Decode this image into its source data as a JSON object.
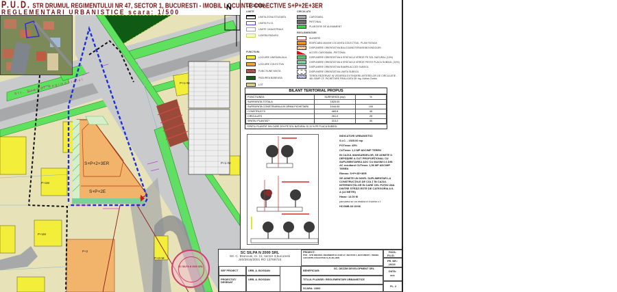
{
  "header": {
    "title_prefix": "P.U.D.",
    "title_main": "STR DRUMUL REGIMENTULUI NR 47, SECTOR 1, BUCURESTI - IMOBIL LOCUINTE COLECTIVE S+P+2E+3ER",
    "subtitle": "REGLEMENTARI URBANISTICE scara: 1/500"
  },
  "map": {
    "north_label": "N",
    "lots": [
      {
        "label": "S+P+2+3ER"
      },
      {
        "label": "S+P+2E"
      },
      {
        "label": "P+1+M"
      },
      {
        "label": "P+1M"
      },
      {
        "label": "P+1M"
      },
      {
        "label": "P+2"
      },
      {
        "label": "P+1+M"
      },
      {
        "label": "P+2+M"
      }
    ],
    "street_label": "Str. Drumul Regimentului",
    "stamp_text": "SC SILPA N 2000 SRL"
  },
  "legend": {
    "title": "LEGENDA",
    "limite": {
      "heading": "LIMITE",
      "items": [
        {
          "label": "LIMITA ZONA STUDIATA",
          "color": "#000000"
        },
        {
          "label": "LIMITA P.U.D.",
          "color": "#4a3ccf"
        },
        {
          "label": "LIMITE CADASTRALE",
          "color": "#9aa0a6"
        },
        {
          "label": "LIZIERA PADURII",
          "color": "#c8d94a"
        }
      ]
    },
    "circulatii": {
      "heading": "CIRCULATII",
      "items": [
        {
          "label": "CAROSABIL",
          "color": "#a6a8aa"
        },
        {
          "label": "PIETONAL",
          "color": "#6c6e70"
        },
        {
          "label": "PLANTATIE DE ALINIAMENT",
          "color": "#3fd23f"
        }
      ]
    },
    "reglementari": {
      "heading": "REGLEMENTARI",
      "items": [
        {
          "label": "ALINIERE",
          "color": "#ffffff"
        },
        {
          "label": "EDIFICABIL MAXIM LOCUINTA COLECTIVA - PLAN FATADA",
          "color": "#f28c1e"
        },
        {
          "label": "DISPUNERE ORIENTATIVA BALCOANE/TERASE/BOVINDOURI",
          "color": "#f7d9b0"
        },
        {
          "label": "ACCES CAROSABIL ,PIETONAL",
          "color": "#e01010"
        },
        {
          "label": "DISPUNERE ORIENTATIVA A SPATIULUI VERDE PE SOL NATURAL (10%)",
          "color": "#5fbf6a"
        },
        {
          "label": "DISPUNERE ORIENTATIVA A SPATIULUI VERDE PESTE PLACA SUBSOL (10%)",
          "color": "#7dcf9b"
        },
        {
          "label": "DISPUNERE ORIENTATIVA RAMPA ACCES SUBSOL",
          "color": "#d9dbef"
        },
        {
          "label": "DISPUNERE ORIENTATIVA LIMITA SUBSOL",
          "color": "#ffffff"
        },
        {
          "label": "TEREN REZERVAT IN VEDEREA EXTINDERII ARTERELOR DE CIRCULATIE - 481.00MP CF. PICHETARE REALIZATA DE ing. Adrian Ovidiu",
          "color": "#c9cbe8"
        }
      ]
    },
    "functiuni": {
      "heading": "FUNCTIUNI",
      "items": [
        {
          "label": "LOCUIRE UNIFAMILIALA",
          "color": "#f2ee3a"
        },
        {
          "label": "LOCUIRE COLECTIVA",
          "color": "#f2a33a"
        },
        {
          "label": "FUNCTIUNE MIXTA",
          "color": "#9b4a3a"
        },
        {
          "label": "PADUREA BANEASA",
          "color": "#1a5a1a"
        },
        {
          "label": "LOT",
          "color": "#d6cf8a"
        }
      ]
    }
  },
  "bilant": {
    "title": "BILANT TERITORIAL PROPUS",
    "headers": [
      "FUNCTIUNEA",
      "SURFAFATA (mp)",
      "%"
    ],
    "rows": [
      {
        "name": "SURFAFATA TOTALA",
        "value": "1525.00",
        "pct": ""
      },
      {
        "name": "SURFAFATA CONSTRUIBILA IN URMA PICHETARII",
        "value": "1044.00",
        "pct": "100"
      },
      {
        "name": "CONSTRUCTII",
        "value": "469.8",
        "pct": "45"
      },
      {
        "name": "CIRCULATII",
        "value": "261.0",
        "pct": "25"
      },
      {
        "name": "SPATIU PLANTAT*",
        "value": "313.2",
        "pct": "30"
      }
    ],
    "footnote": "*SPATIU PLANTAT DIN CARE 20% PE SOL NATURAL SI 10 % PE PLACA SUBSOL"
  },
  "indicatori": {
    "heading": "INDICATORI URBANISTICI",
    "lines": [
      "S.t.C. - 1525.00 mp",
      "POTmax: 45%",
      "CUTmax: 1,3 MP ADC/MP TEREN",
      "IN CAZUL MANSARDELOR, SE ADMITE O DEPĂȘIRE A CUT PROPORȚIONAL CU SUPLIMENTAREA ADC CU MAXIM 0.6 DIN AC rezultand CUTmax: 1,56 MP ADC/MP TEREN",
      "Rhmax: S+P+2E+3ER",
      "SE ADMITE UN NIVEL SUPLIMENTAR LA CONSTRUCȚIILE DE COLȚ ÎN CAZUL INTERSECȚIILOR ÎN CARE CEL PUȚIN UNA DINTRE STRĂZI ESTE DE CATEGORIA A II-A (14 METRI)",
      "Hmax: 13.00 M",
      "parcarea se va realiza in incinta c.f.",
      "HCGMB 66 /2006"
    ]
  },
  "cartouche": {
    "firm_name": "SC SILPA N 2000 SRL",
    "firm_address": "Str. C. Brancusi, nr. 11, sector 3,bucuresti",
    "firm_reg": "J40/2816/2001 RO 13769724",
    "proiect_label": "PROIECT:",
    "proiect_value": "PUD - STR DRUMUL REGIMENTULUI NR 47, SECTOR 1, BUCURESTI - IMOBIL LOCUINTE COLECTIVE S+P+2E+3ER",
    "faza_label": "FAZA:",
    "faza_value": "P.U.D.",
    "pr_nr_label": "PR. NR.:",
    "pr_nr_value": "_/2019",
    "sef_proiect_label": "SEF PROIECT",
    "sef_proiect_value": "URB. A. BOGDAN",
    "beneficiar_label": "BENEFICIAR:",
    "beneficiar_value": "SC. DEZZM DEVELOPMENT SRL",
    "data_label": "DATA:",
    "data_value": "2020",
    "proiectat_label": "PROIECTAT/ DESENAT",
    "proiectat_value": "URB. A. BOGDAN",
    "titlu_label": "TITLUL PLANSEI: REGLEMENTARI URBANISTICE",
    "scara_label": "SCARA: 1/500",
    "plansa_label": "PL. 2"
  }
}
